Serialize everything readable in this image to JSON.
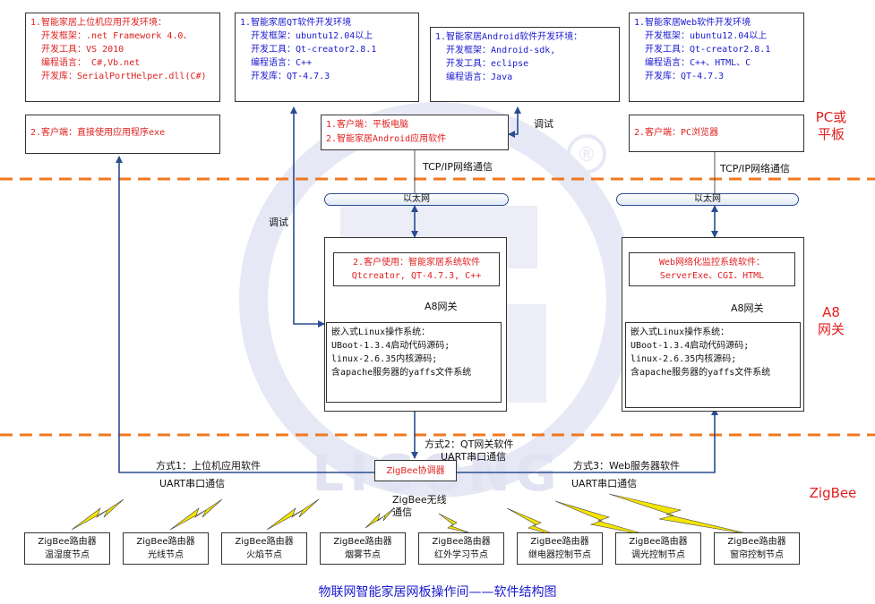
{
  "side_labels": {
    "pc": "PC或\n平板",
    "a8": "A8\n网关",
    "zigbee": "ZigBee"
  },
  "pc_boxes": {
    "pc_host_env": "1.智能家居上位机应用开发环境：\n  开发框架：.net Framework 4.0、\n  开发工具：VS 2010\n  编程语言： C#,Vb.net\n  开发库：SerialPortHelper.dll(C#)",
    "qt_env": "1.智能家居QT软件开发环境\n  开发框架：ubuntu12.04以上\n  开发工具：Qt-creator2.8.1\n  编程语言：C++\n  开发库：QT-4.7.3",
    "android_env": "1.智能家居Android软件开发环境：\n  开发框架：Android-sdk,\n  开发工具：eclipse\n  编程语言：Java",
    "web_env": "1.智能家居Web软件开发环境\n  开发框架：ubuntu12.04以上\n  开发工具：Qt-creator2.8.1\n  编程语言：C++、HTML、C\n  开发库：QT-4.7.3",
    "client_exe": "2.客户端：直接使用应用程序exe",
    "client_tablet": "1.客户端：平板电脑\n2.智能家居Android应用软件",
    "client_browser": "2.客户端：PC浏览器"
  },
  "gateway_boxes": {
    "qt_client": "2.客户使用：智能家居系统软件\nQtcreator, QT-4.7.3, C++",
    "web_monitor": "Web网络化监控系统软件：\nServerExe、CGI、HTML",
    "linux_left": "嵌入式Linux操作系统：\nUBoot-1.3.4启动代码源码;\nlinux-2.6.35内核源码;\n含apache服务器的yaffs文件系统",
    "linux_right": "嵌入式Linux操作系统：\nUBoot-1.3.4启动代码源码;\nlinux-2.6.35内核源码;\n含apache服务器的yaffs文件系统"
  },
  "labels": {
    "debug_top": "调试",
    "debug_left": "调试",
    "tcp_left": "TCP/IP网络通信",
    "tcp_right": "TCP/IP网络通信",
    "ethernet_left": "以太网",
    "ethernet_right": "以太网",
    "a8_gateway_left": "A8网关",
    "a8_gateway_right": "A8网关",
    "method1": "方式1：上位机应用软件",
    "uart1": "UART串口通信",
    "method2": "方式2：QT网关软件",
    "uart2": "UART串口通信",
    "method3": "方式3：Web服务器软件",
    "uart3": "UART串口通信",
    "coordinator": "ZigBee协调器",
    "wireless": "ZigBee无线\n通信",
    "registered_mark": "®"
  },
  "nodes": [
    "ZigBee路由器\n温湿度节点",
    "ZigBee路由器\n光线节点",
    "ZigBee路由器\n火焰节点",
    "ZigBee路由器\n烟雾节点",
    "ZigBee路由器\n红外学习节点",
    "ZigBee路由器\n继电器控制节点",
    "ZigBee路由器\n调光控制节点",
    "ZigBee路由器\n窗帘控制节点"
  ],
  "watermark_text": "LIGONG",
  "caption": "物联网智能家居网板操作间——软件结构图",
  "colors": {
    "red_text": "#e02020",
    "blue_text": "#1a1ad0",
    "arrow": "#2a4d8f",
    "dashed_divider": "#f07820",
    "watermark": "#c9cde8"
  }
}
